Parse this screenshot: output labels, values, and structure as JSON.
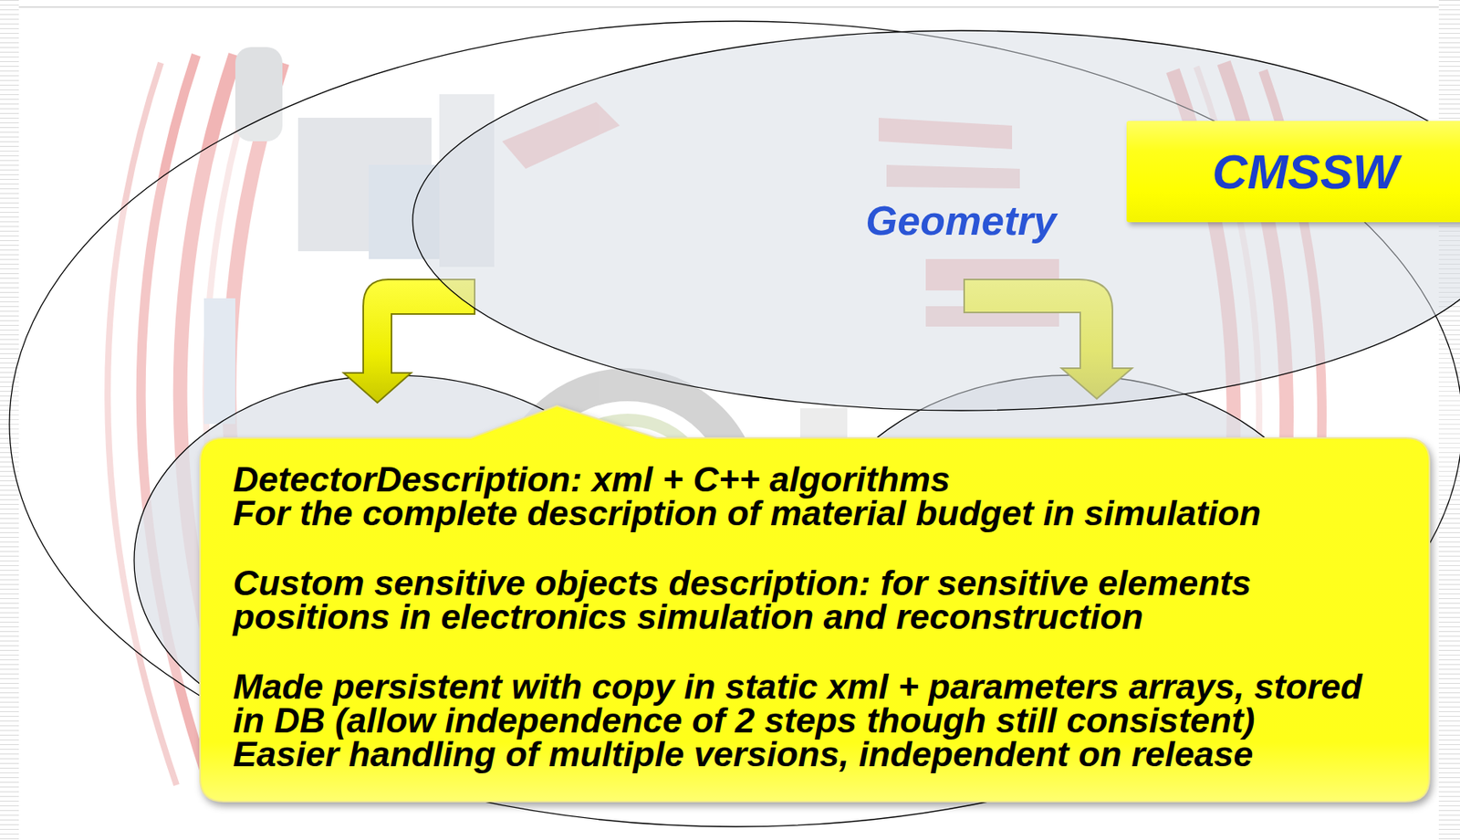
{
  "diagram": {
    "nodes": [
      {
        "text": [
          "Geometry"
        ]
      },
      {
        "text": [
          "CMSSW"
        ]
      },
      {
        "text": [
          "DetectorDescription: xml + C++ algorithms",
          "For the complete description of material budget in simulation",
          "Custom sensitive objects description: for sensitive elements positions in electronics simulation and reconstruction",
          "Made persistent with copy in static xml + parameters arrays, stored in DB (allow independence of 2 steps though still consistent)",
          "Easier handling of multiple versions, independent on release"
        ]
      }
    ]
  }
}
